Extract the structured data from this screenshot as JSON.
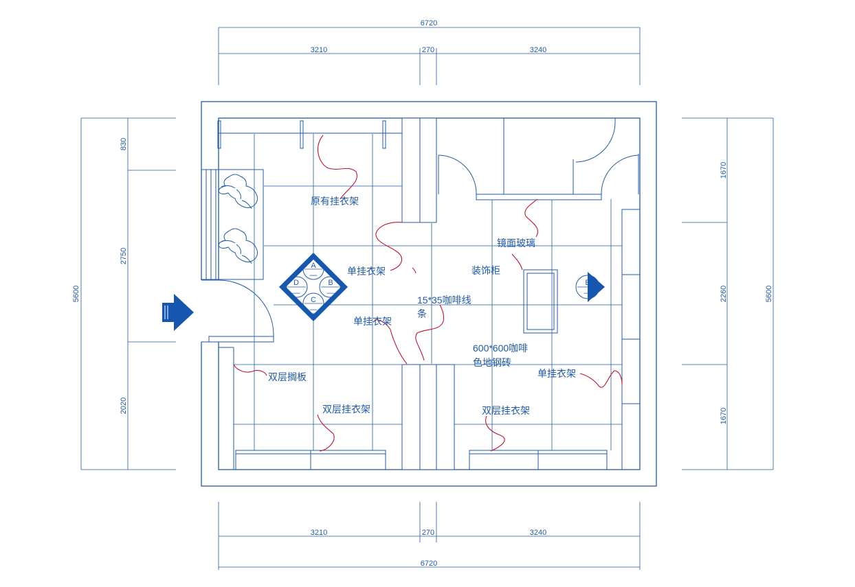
{
  "dimensions": {
    "top_total": "6720",
    "top_left": "3210",
    "top_mid": "270",
    "top_right": "3240",
    "bottom_total": "6720",
    "bottom_left": "3210",
    "bottom_mid": "270",
    "bottom_right": "3240",
    "left_total": "5600",
    "left_a": "830",
    "left_b": "2750",
    "left_c": "2020",
    "right_total": "5600",
    "right_a": "1670",
    "right_b": "2260",
    "right_c": "1670"
  },
  "labels": {
    "original_rack": "原有挂衣架",
    "single_rack_1": "单挂衣架",
    "single_rack_2": "单挂衣架",
    "single_rack_3": "单挂衣架",
    "decor_cabinet": "装饰柜",
    "mirror_glass": "镜面玻璃",
    "coffee_strip_1": "15*35咖啡线",
    "coffee_strip_2": "条",
    "floor_tile_1": "600*600咖啡",
    "floor_tile_2": "色地钢砖",
    "double_shelf": "双层搁板",
    "double_rack_left": "双层挂衣架",
    "double_rack_right": "双层挂衣架"
  },
  "markers": {
    "a": "A",
    "b": "B",
    "c": "C",
    "d": "D",
    "e": "E",
    "dash": "—"
  },
  "colors": {
    "line": "#1f5aa8",
    "leader": "#c8102e",
    "entry_arrow": "#1556b0"
  }
}
